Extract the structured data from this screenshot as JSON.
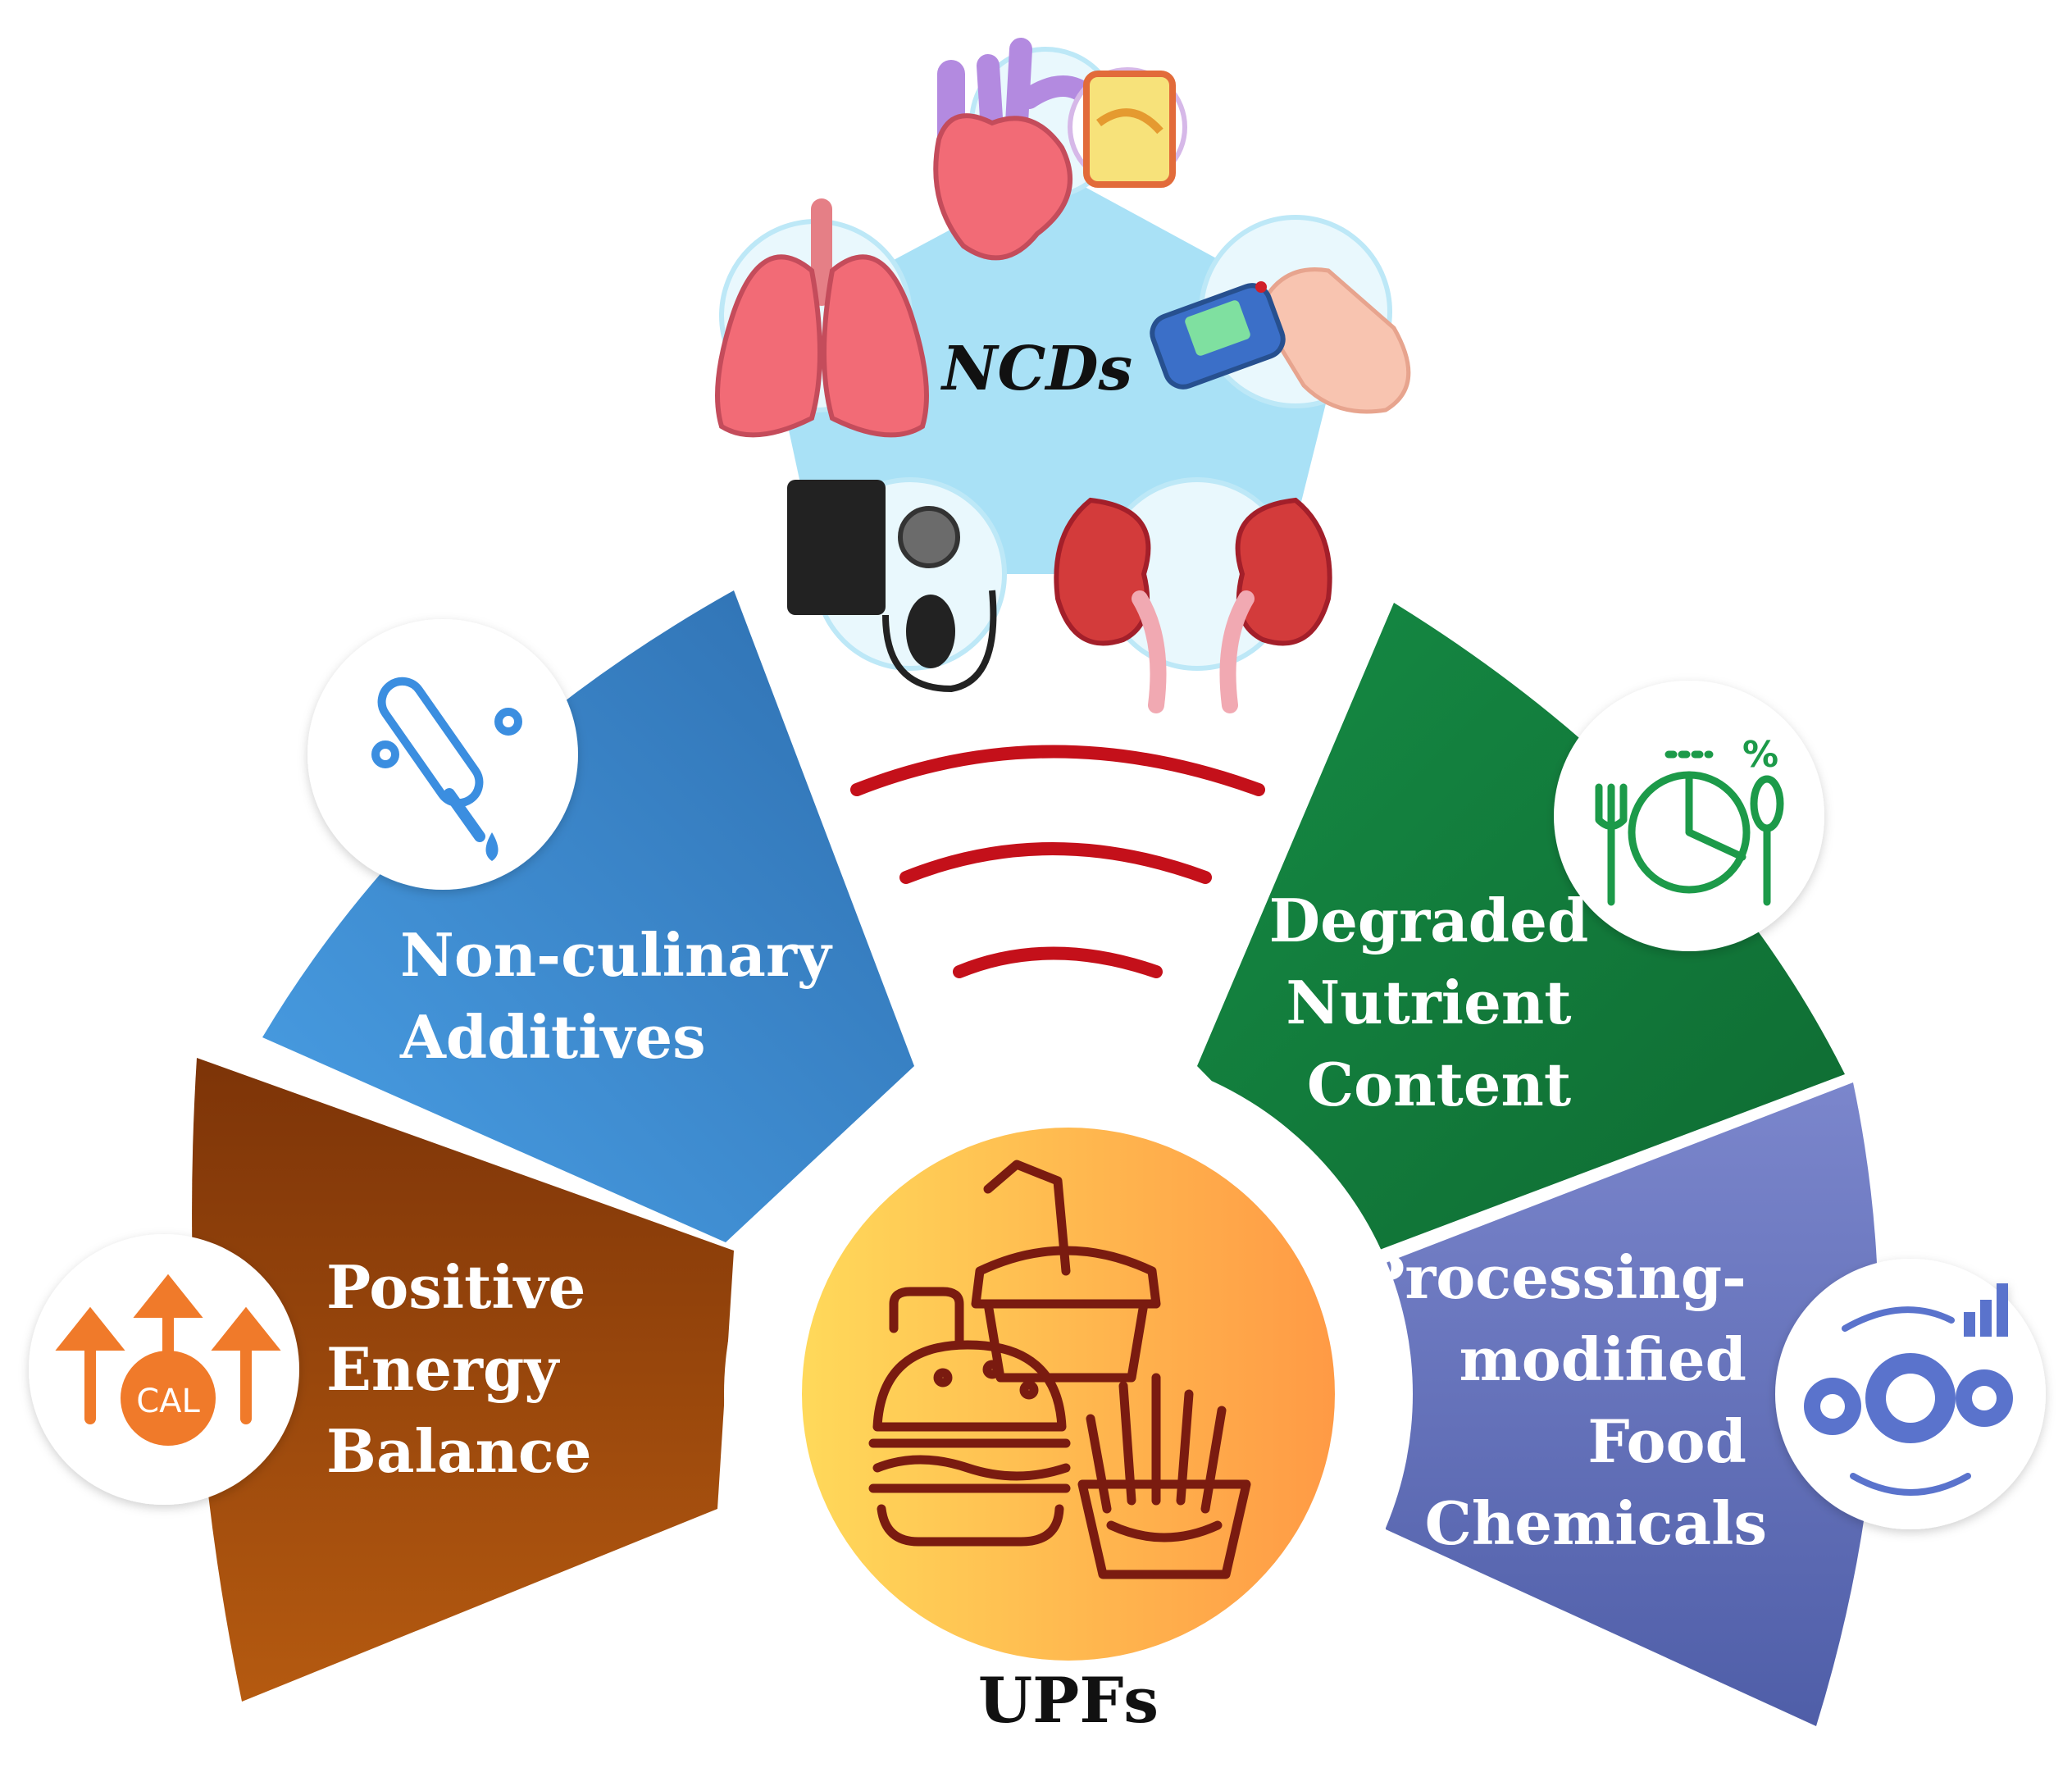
{
  "center": {
    "label": "UPFs"
  },
  "top": {
    "label": "NCDs"
  },
  "segments": [
    {
      "id": "energy",
      "lines": [
        "Positive",
        "Energy",
        "Balance"
      ],
      "color_a": "#7d3408",
      "color_b": "#b55a10",
      "icon_text": "CAL",
      "icon_color": "#f07a2a"
    },
    {
      "id": "additives",
      "lines": [
        "Non-culinary",
        "Additives"
      ],
      "color_a": "#4aa0e6",
      "color_b": "#2e6fb0",
      "icon_color": "#3a8ee0"
    },
    {
      "id": "nutrient",
      "lines": [
        "Degraded",
        "Nutrient",
        "Content"
      ],
      "color_a": "#1f8a46",
      "color_b": "#0f6b32",
      "icon_color": "#1d9a4a"
    },
    {
      "id": "chemicals",
      "lines": [
        "Processing-",
        "modified",
        "Food",
        "Chemicals"
      ],
      "color_a": "#7b86cc",
      "color_b": "#4f5ea8",
      "icon_color": "#5a73cc"
    }
  ],
  "colors": {
    "signal": "#c4101a",
    "ncd_bg": "#a9e1f6",
    "center_a": "#ffd95a",
    "center_b": "#ff9a45"
  }
}
